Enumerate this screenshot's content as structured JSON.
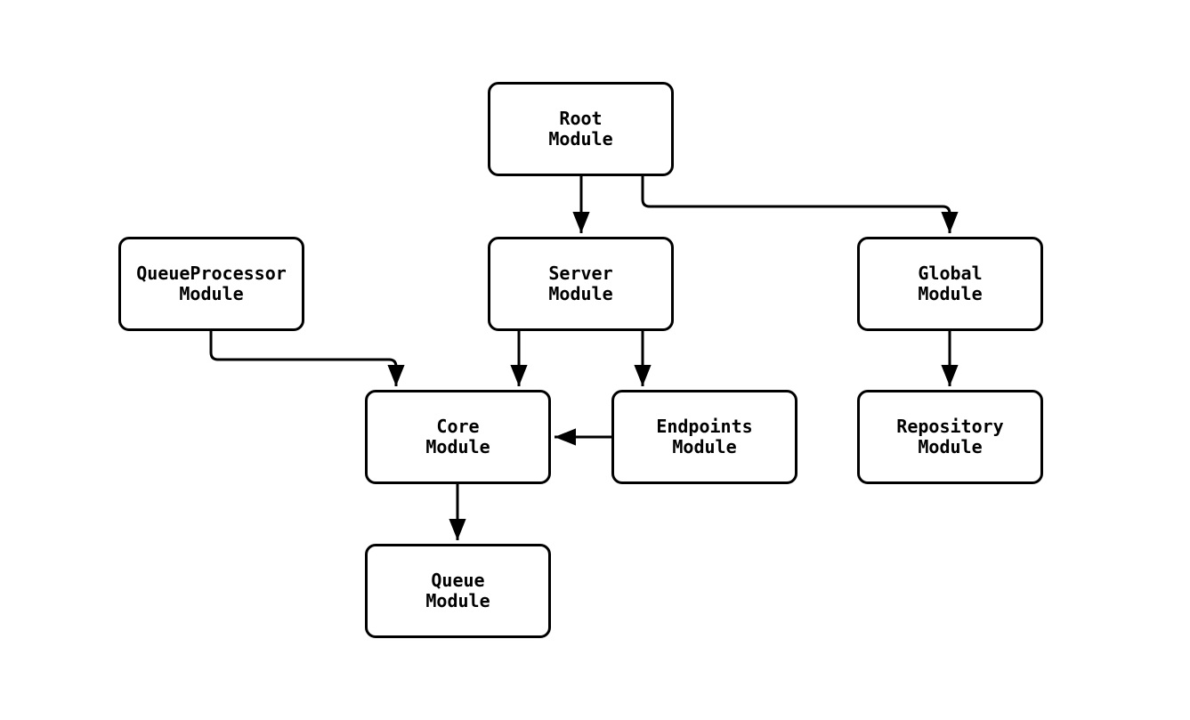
{
  "diagram": {
    "background_color": "#ffffff",
    "node_border_color": "#000000",
    "node_fill_color": "#ffffff",
    "edge_color": "#000000",
    "nodes": [
      {
        "id": "root",
        "line1": "Root",
        "line2": "Module"
      },
      {
        "id": "queueprocessor",
        "line1": "QueueProcessor",
        "line2": "Module"
      },
      {
        "id": "server",
        "line1": "Server",
        "line2": "Module"
      },
      {
        "id": "global",
        "line1": "Global",
        "line2": "Module"
      },
      {
        "id": "core",
        "line1": "Core",
        "line2": "Module"
      },
      {
        "id": "endpoints",
        "line1": "Endpoints",
        "line2": "Module"
      },
      {
        "id": "repository",
        "line1": "Repository",
        "line2": "Module"
      },
      {
        "id": "queue",
        "line1": "Queue",
        "line2": "Module"
      }
    ],
    "edges": [
      {
        "from": "root",
        "to": "server"
      },
      {
        "from": "root",
        "to": "global"
      },
      {
        "from": "queueprocessor",
        "to": "core"
      },
      {
        "from": "server",
        "to": "core"
      },
      {
        "from": "server",
        "to": "endpoints"
      },
      {
        "from": "endpoints",
        "to": "core"
      },
      {
        "from": "global",
        "to": "repository"
      },
      {
        "from": "core",
        "to": "queue"
      }
    ]
  }
}
